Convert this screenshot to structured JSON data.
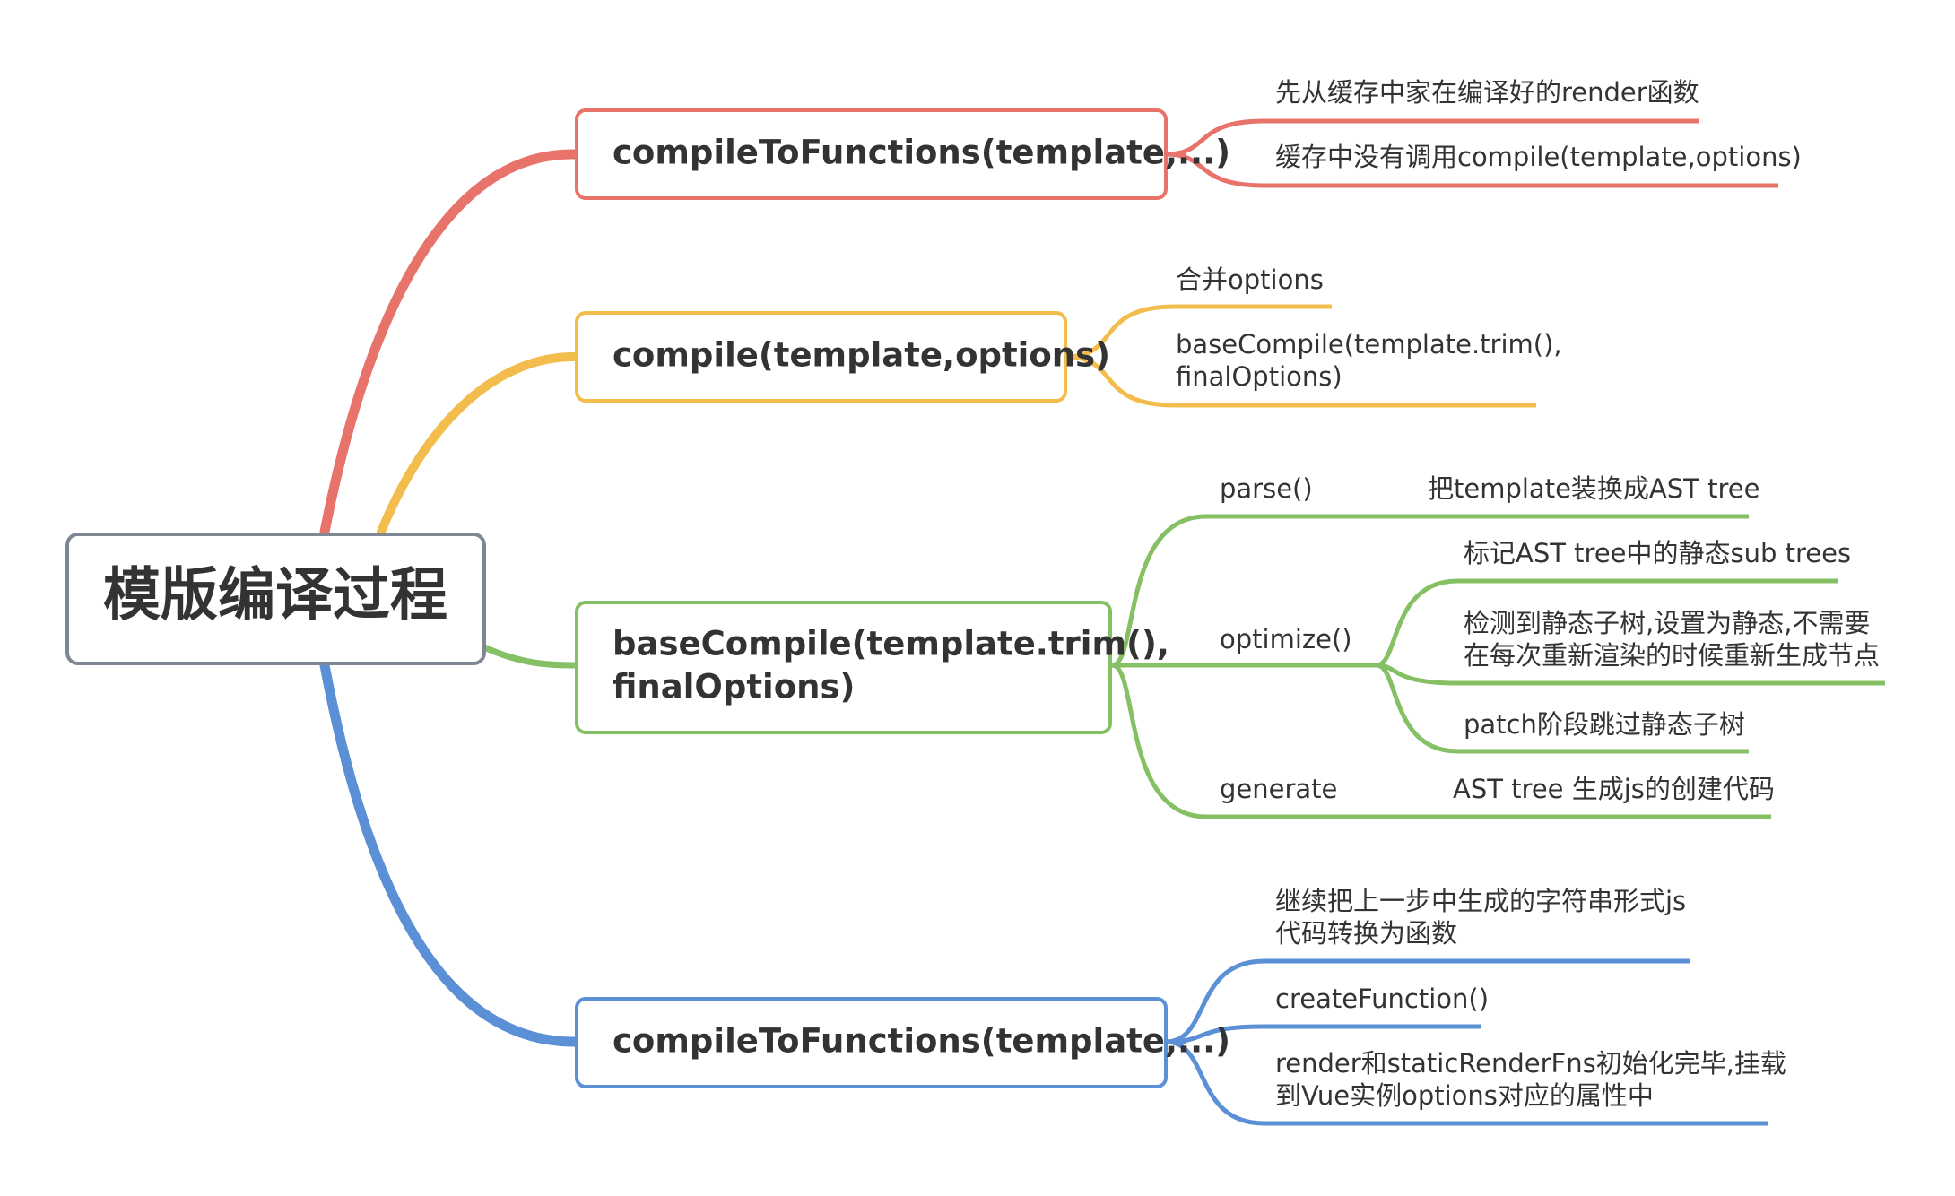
{
  "root": {
    "label": "模版编译过程"
  },
  "colors": {
    "red": "#e8736a",
    "yellow": "#f3bd4e",
    "green": "#86c064",
    "blue": "#5b8fd6",
    "root_border": "#7f8794",
    "text": "#333333"
  },
  "branches": [
    {
      "label_lines": [
        "compileToFunctions(template,...)"
      ],
      "children": [
        {
          "label_lines": [
            "先从缓存中家在编译好的render函数"
          ]
        },
        {
          "label_lines": [
            "缓存中没有调用compile(template,options)"
          ]
        }
      ]
    },
    {
      "label_lines": [
        "compile(template,options)"
      ],
      "children": [
        {
          "label_lines": [
            "合并options"
          ]
        },
        {
          "label_lines": [
            "baseCompile(template.trim(),",
            "finalOptions)"
          ]
        }
      ]
    },
    {
      "label_lines": [
        "baseCompile(template.trim(),",
        "finalOptions)"
      ],
      "children": [
        {
          "label_lines": [
            "parse()"
          ],
          "children": [
            {
              "label_lines": [
                "把template装换成AST tree"
              ]
            }
          ]
        },
        {
          "label_lines": [
            "optimize()"
          ],
          "children": [
            {
              "label_lines": [
                "标记AST tree中的静态sub trees"
              ]
            },
            {
              "label_lines": [
                "检测到静态子树,设置为静态,不需要",
                "在每次重新渲染的时候重新生成节点"
              ]
            },
            {
              "label_lines": [
                "patch阶段跳过静态子树"
              ]
            }
          ]
        },
        {
          "label_lines": [
            "generate"
          ],
          "children": [
            {
              "label_lines": [
                "AST tree 生成js的创建代码"
              ]
            }
          ]
        }
      ]
    },
    {
      "label_lines": [
        "compileToFunctions(template,...)"
      ],
      "children": [
        {
          "label_lines": [
            "继续把上一步中生成的字符串形式js",
            "代码转换为函数"
          ]
        },
        {
          "label_lines": [
            "createFunction()"
          ]
        },
        {
          "label_lines": [
            "render和staticRenderFns初始化完毕,挂载",
            "到Vue实例options对应的属性中"
          ]
        }
      ]
    }
  ]
}
